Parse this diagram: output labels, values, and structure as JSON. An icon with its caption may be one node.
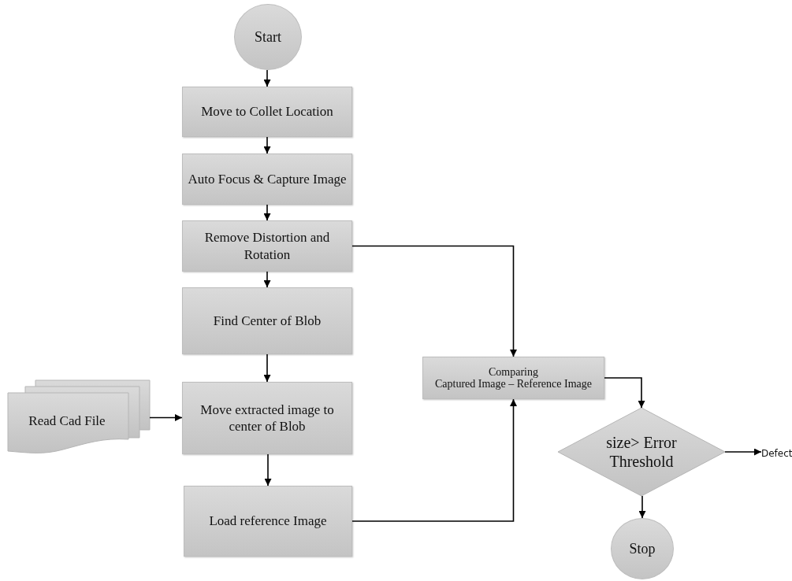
{
  "diagram": {
    "nodes": [
      {
        "text": [
          "Start"
        ]
      },
      {
        "text": [
          "Move to Collet Location"
        ]
      },
      {
        "text": [
          "Auto Focus & Capture Image"
        ]
      },
      {
        "text": [
          "Remove Distortion and Rotation"
        ]
      },
      {
        "text": [
          "Find Center of Blob"
        ]
      },
      {
        "text": [
          "Move extracted image to center of Blob"
        ]
      },
      {
        "text": [
          "Load reference Image"
        ]
      },
      {
        "text": [
          "Read Cad File"
        ]
      },
      {
        "text": [
          "Comparing",
          "Captured Image – Reference Image"
        ]
      },
      {
        "text": [
          "size> Error Threshold"
        ]
      },
      {
        "text": [
          "Stop"
        ]
      },
      {
        "text": [
          "Defect"
        ]
      }
    ],
    "edges": [
      {
        "from": 0,
        "to": 1,
        "arrow": "to"
      },
      {
        "from": 1,
        "to": 2,
        "arrow": "to"
      },
      {
        "from": 2,
        "to": 3,
        "arrow": "to"
      },
      {
        "from": 3,
        "to": 4,
        "arrow": "to"
      },
      {
        "from": 4,
        "to": 5,
        "arrow": "to"
      },
      {
        "from": 5,
        "to": 6,
        "arrow": "to"
      },
      {
        "from": 7,
        "to": 5,
        "arrow": "to"
      },
      {
        "from": 3,
        "to": 8,
        "arrow": "to"
      },
      {
        "from": 6,
        "to": 8,
        "arrow": "to"
      },
      {
        "from": 8,
        "to": 9,
        "arrow": "to"
      },
      {
        "from": 9,
        "to": 11,
        "arrow": "to"
      },
      {
        "from": 9,
        "to": 10,
        "arrow": "to"
      }
    ]
  }
}
